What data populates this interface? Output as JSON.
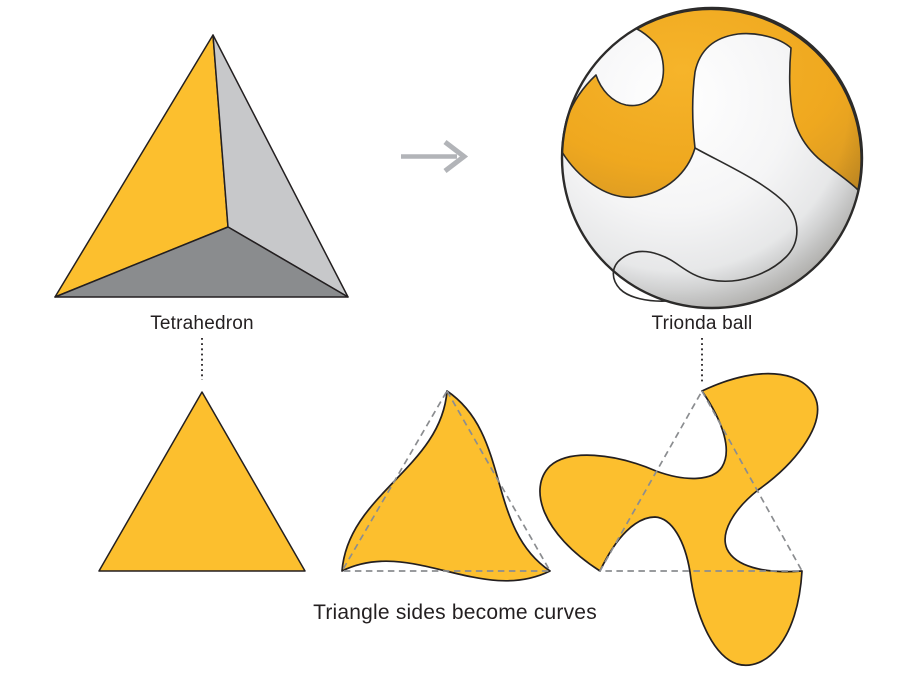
{
  "diagram": {
    "labels": {
      "tetrahedron": "Tetrahedron",
      "trionda_ball": "Trionda ball",
      "caption": "Triangle sides become curves"
    },
    "colors": {
      "shape_orange": "#FCBF2E",
      "tetra_face_right": "#C7C8CA",
      "tetra_face_bottom": "#8A8C8E",
      "outline_dark": "#231F20",
      "dashed_gray": "#8B8D90",
      "dotted_leader": "#231F20",
      "arrow_gray": "#B2B4B8",
      "ball_orange_bright": "#F4B127",
      "ball_orange_shadow": "#C98F2B",
      "ball_white": "#F4F4F5",
      "background": "#FFFFFF"
    }
  }
}
